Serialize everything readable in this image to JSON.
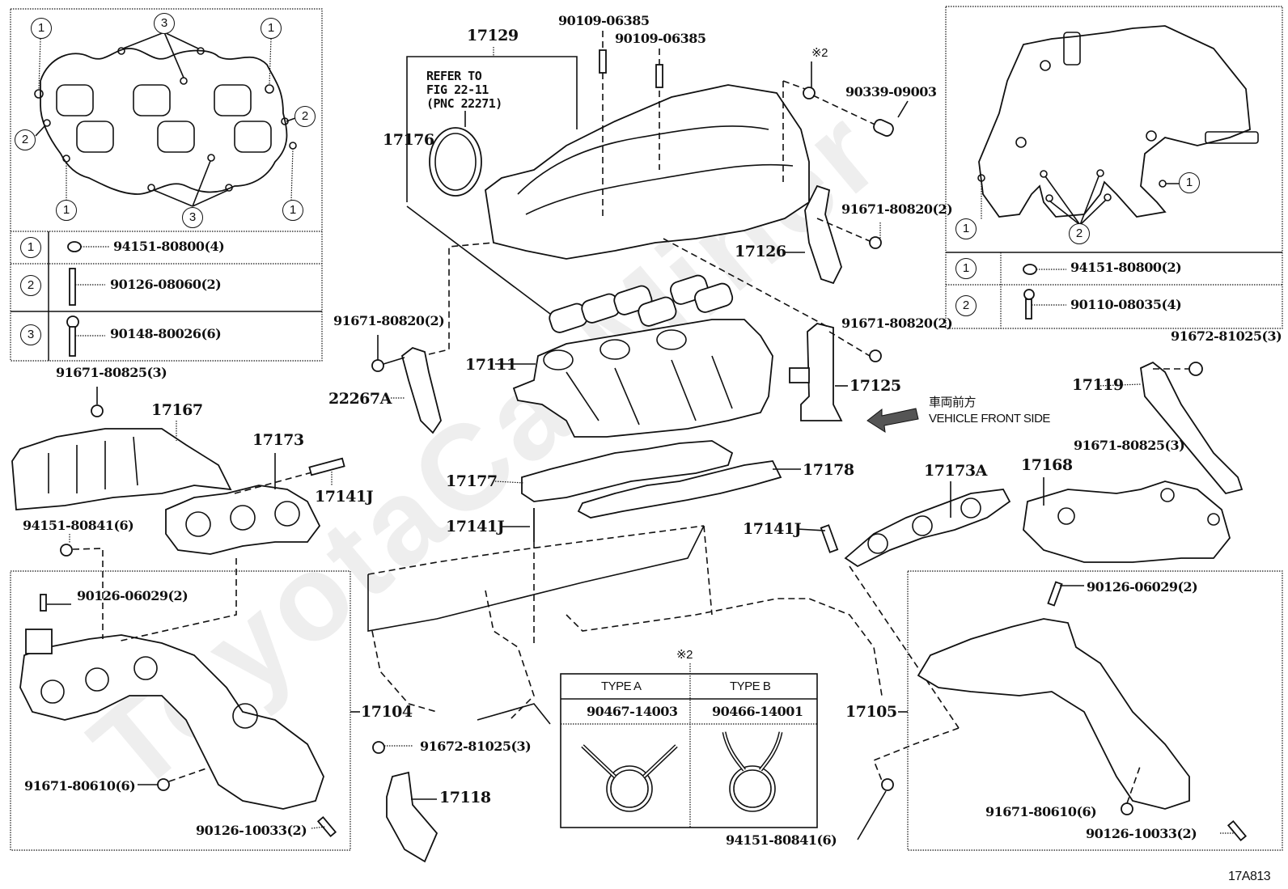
{
  "figure_id": "17A813",
  "watermark": "ToyotaCarMiner",
  "direction_note": {
    "jp": "車両前方",
    "en": "VEHICLE FRONT SIDE"
  },
  "insets": {
    "gasket_hardware": {
      "rows": [
        {
          "key": "1",
          "part": "94151-80800(4)"
        },
        {
          "key": "2",
          "part": "90126-08060(2)"
        },
        {
          "key": "3",
          "part": "90148-80026(6)"
        }
      ]
    },
    "intake_hardware": {
      "rows": [
        {
          "key": "1",
          "part": "94151-80800(2)"
        },
        {
          "key": "2",
          "part": "90110-08035(4)"
        }
      ]
    },
    "clamp_table": {
      "marker": "※2",
      "columns": [
        "TYPE A",
        "TYPE B"
      ],
      "parts": [
        "90467-14003",
        "90466-14001"
      ]
    }
  },
  "callouts": {
    "c17129": "17129",
    "c17176": "17176",
    "refer": [
      "REFER TO",
      "FIG 22-11",
      "(PNC 22271)"
    ],
    "c90109a": "90109-06385",
    "c90109b": "90109-06385",
    "marker_top": "※2",
    "c90339": "90339-09003",
    "c91671_a": "91671-80820(2)",
    "c17126": "17126",
    "c91671_b": "91671-80820(2)",
    "c91671_c": "91671-80820(2)",
    "c17111": "17111",
    "c22267A": "22267A",
    "c17125": "17125",
    "c91672_a": "91672-81025(3)",
    "c17119": "17119",
    "c91671_80825_a": "91671-80825(3)",
    "c17167": "17167",
    "c17173": "17173",
    "c17141J_a": "17141J",
    "c94151_a": "94151-80841(6)",
    "c17177": "17177",
    "c17178": "17178",
    "c17141J_b": "17141J",
    "c17141J_c": "17141J",
    "c17173A": "17173A",
    "c91671_80825_b": "91671-80825(3)",
    "c17168": "17168",
    "c90126_06029_a": "90126-06029(2)",
    "c17104": "17104",
    "c91671_80610_a": "91671-80610(6)",
    "c90126_10033_a": "90126-10033(2)",
    "c91672_b": "91672-81025(3)",
    "c17118": "17118",
    "c17105": "17105",
    "c94151_b": "94151-80841(6)",
    "c90126_06029_b": "90126-06029(2)",
    "c91671_80610_b": "91671-80610(6)",
    "c90126_10033_b": "90126-10033(2)"
  },
  "gasket_markers": [
    "1",
    "3",
    "1",
    "2",
    "2",
    "1",
    "3",
    "1"
  ],
  "intake_markers": [
    "1",
    "1",
    "2"
  ]
}
